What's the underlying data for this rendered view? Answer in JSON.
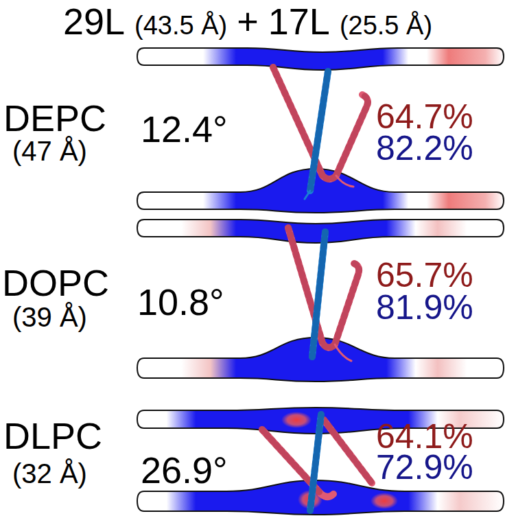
{
  "diagram": {
    "labels": [
      "29L",
      "(43.5 Å)",
      "+",
      "17L",
      "(25.5 Å)",
      "DEPC",
      "(47 Å)",
      "12.4°",
      "64.7%",
      "82.2%",
      "DOPC",
      "(39 Å)",
      "10.8°",
      "65.7%",
      "81.9%",
      "DLPC",
      "(32 Å)",
      "26.9°",
      "64.1%",
      "72.9%"
    ]
  }
}
